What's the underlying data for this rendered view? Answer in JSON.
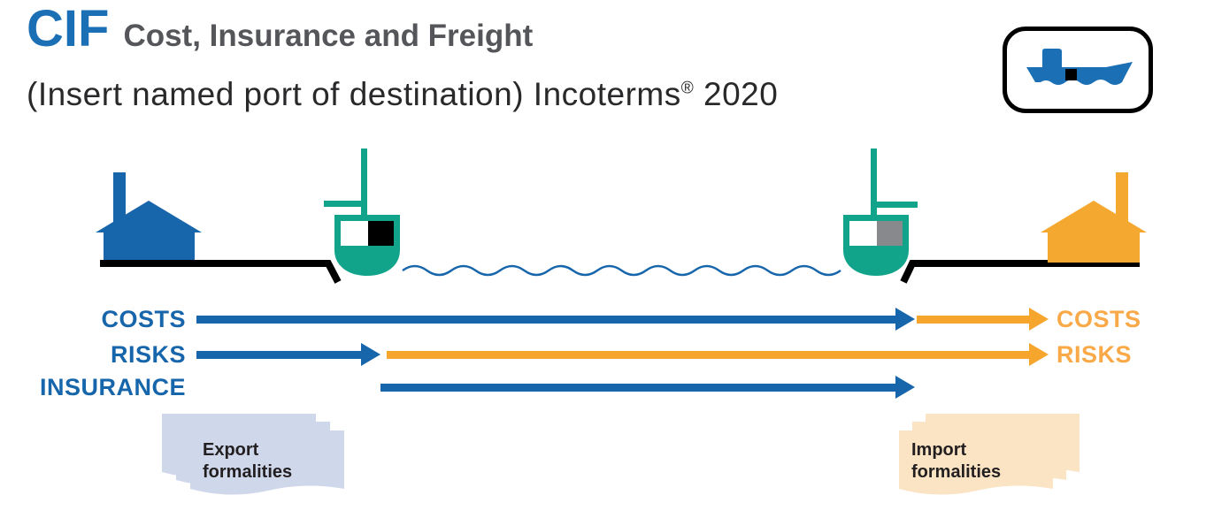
{
  "header": {
    "acronym": "CIF",
    "title": "Cost, Insurance and Freight",
    "subtitle": "(Insert named port of destination) Incoterms",
    "registered_mark": "®",
    "year": "2020"
  },
  "icons": {
    "badge": "cargo-ship",
    "scene": [
      "factory-seller",
      "ship-at-origin-port",
      "ocean-wave",
      "ship-at-destination-port",
      "factory-buyer"
    ]
  },
  "rows": {
    "costs": {
      "label_left": "COSTS",
      "label_right": "COSTS"
    },
    "risks": {
      "label_left": "RISKS",
      "label_right": "RISKS"
    },
    "insurance": {
      "label_left": "INSURANCE"
    }
  },
  "documents": {
    "export": {
      "line1": "Export",
      "line2": "formalities"
    },
    "import": {
      "line1": "Import",
      "line2": "formalities"
    }
  },
  "colors": {
    "cif_blue": "#1B6FB5",
    "blue": "#1766AB",
    "teal": "#12A48B",
    "orange": "#F7A62D",
    "orange_label": "#F9A947",
    "factory_orange": "#F5A82F",
    "paper_export": "#CFD7EB",
    "paper_import": "#FBE4C4",
    "title_gray": "#54565A",
    "text_dark": "#231F20",
    "gray_square": "#87898C",
    "white": "#FFFFFF",
    "black": "#000000"
  }
}
